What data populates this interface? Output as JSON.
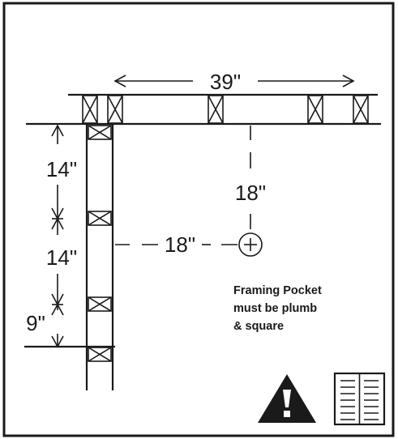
{
  "dimensions": {
    "top_span": "39\"",
    "vertical_offset": "18\"",
    "horizontal_offset": "18\"",
    "spacing_1": "14\"",
    "spacing_2": "14\"",
    "spacing_3": "9\""
  },
  "note": {
    "line1": "Framing Pocket",
    "line2": "must be plumb",
    "line3": "& square"
  },
  "icons": {
    "warning": "warning-triangle-icon",
    "manual": "manual-book-icon"
  },
  "colors": {
    "ink": "#1a1a1a",
    "background": "#ffffff"
  }
}
